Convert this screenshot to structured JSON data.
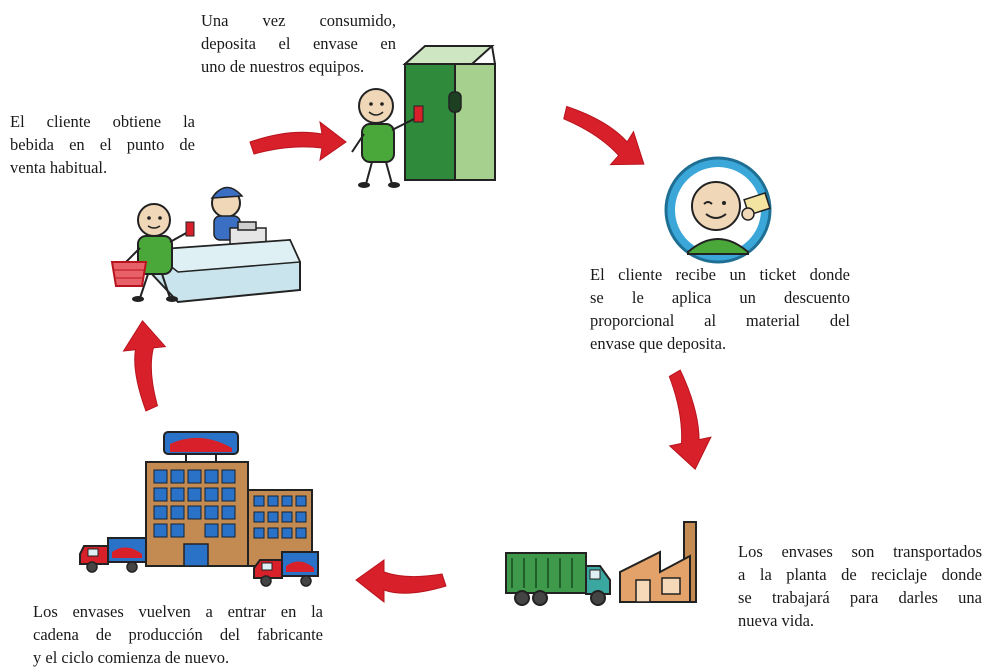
{
  "steps": [
    {
      "id": "obtain",
      "lines": [
        "El cliente obtiene la",
        "bebida en el punto de",
        "venta habitual."
      ]
    },
    {
      "id": "deposit",
      "lines": [
        "Una vez consumido,",
        "deposita el envase en",
        "uno de nuestros equipos."
      ]
    },
    {
      "id": "ticket",
      "lines": [
        "El cliente recibe un ticket donde",
        "se le aplica un descuento",
        "proporcional al material del",
        "envase que deposita."
      ]
    },
    {
      "id": "transport",
      "lines": [
        "Los envases son transportados",
        "a la planta de reciclaje donde",
        "se trabajará para darles una",
        "nueva vida."
      ]
    },
    {
      "id": "return",
      "lines": [
        "Los envases vuelven a entrar en la",
        "cadena de producción del fabricante",
        "y el ciclo comienza de nuevo."
      ]
    }
  ],
  "colors": {
    "arrow": "#d8202a",
    "shirt": "#4aa83a",
    "machine_dark": "#2f8a3c",
    "machine_light": "#a6d08e",
    "counter": "#c9e4ec",
    "building": "#c38a52",
    "window": "#2a72c8",
    "truck_red": "#d8202a",
    "truck_green": "#3e9a4a"
  }
}
